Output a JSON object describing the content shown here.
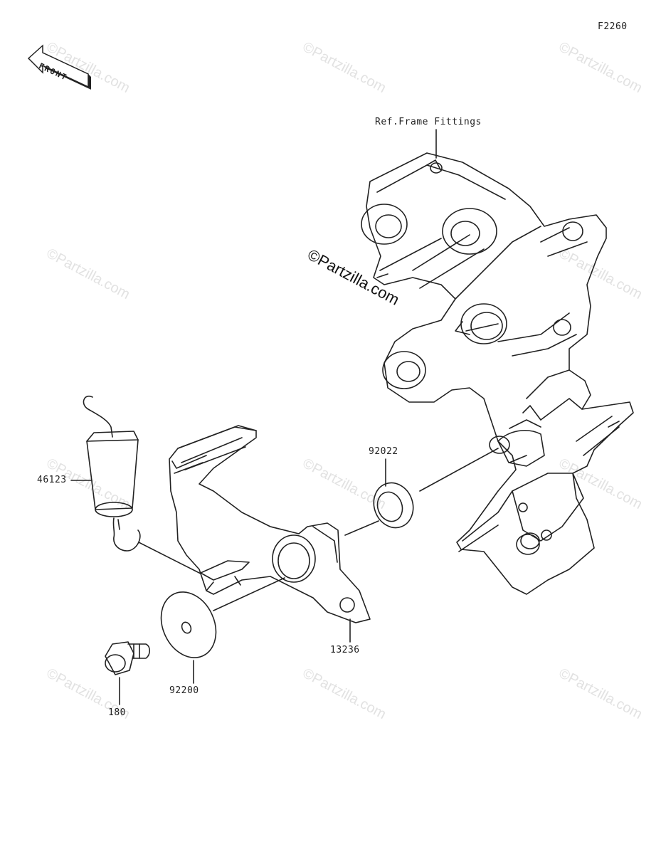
{
  "diagram": {
    "code": "F2260",
    "front_label": "FRONT",
    "ref_label": "Ref.Frame Fittings",
    "watermark_text": "©Partzilla.com",
    "parts": [
      {
        "number": "46123"
      },
      {
        "number": "92022"
      },
      {
        "number": "13236"
      },
      {
        "number": "92200"
      },
      {
        "number": "180"
      }
    ]
  }
}
